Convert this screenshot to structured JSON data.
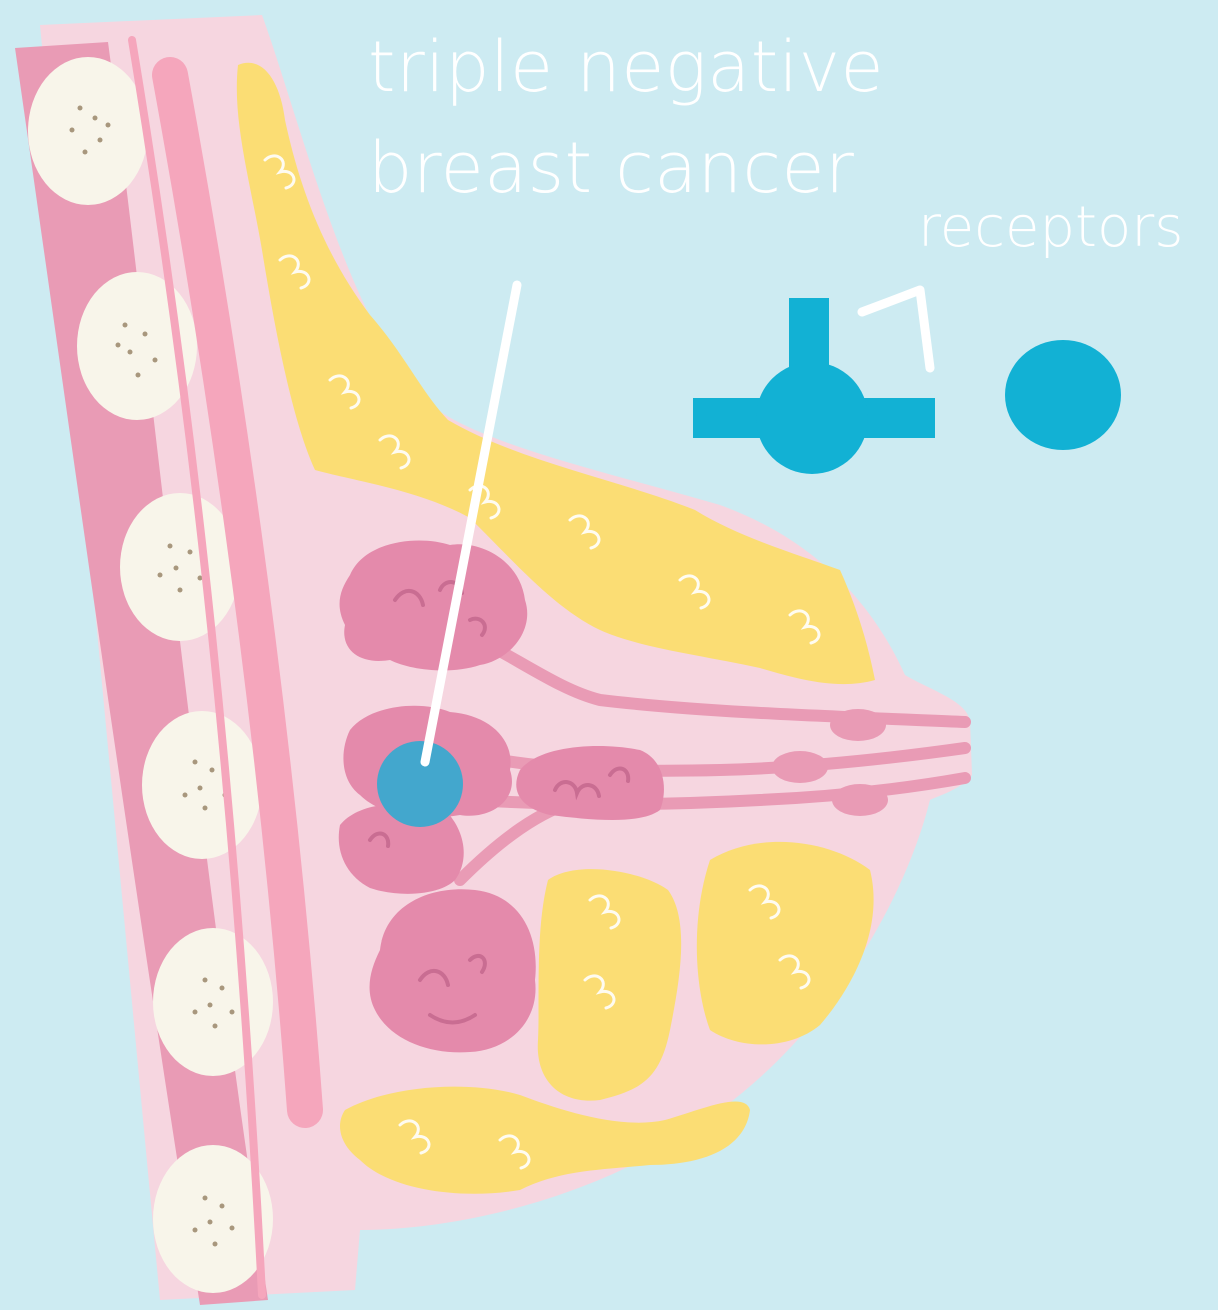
{
  "title": {
    "line1": "triple negative",
    "line2": "breast cancer"
  },
  "labels": {
    "receptors": "receptors"
  },
  "colors": {
    "background": "#cdebf2",
    "breast_tissue": "#f6d6e0",
    "chest_wall": "#e99bb5",
    "muscle": "#f5a6bc",
    "fat": "#fbdd74",
    "lobules": "#e48aab",
    "ducts": "#e99bb5",
    "rib": "#f8f5ea",
    "tumor": "#3aa9cf",
    "receptor": "#12b1d4",
    "text": "#ffffff"
  },
  "icons": {
    "receptor_shape": "receptor-icon",
    "receptor_absent": "circle-icon",
    "pointer_line": "pointer-line-icon"
  }
}
